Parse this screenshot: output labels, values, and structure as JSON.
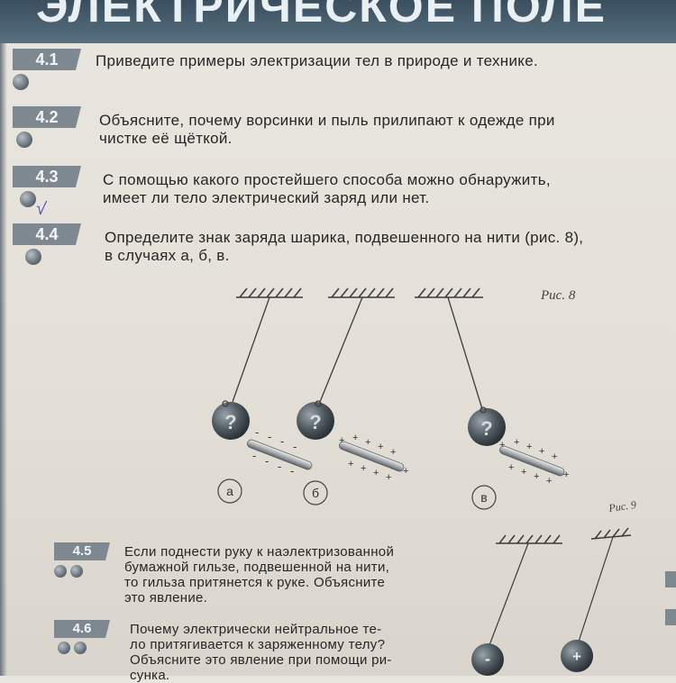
{
  "header": {
    "title": "ЭЛЕКТРИЧЕСКОЕ ПОЛЕ"
  },
  "tasks": [
    {
      "number": "4.1",
      "lines": [
        "Приведите примеры электризации тел в природе и технике."
      ]
    },
    {
      "number": "4.2",
      "lines": [
        "Объясните, почему ворсинки и пыль прилипают к одежде при",
        "чистке её щёткой."
      ]
    },
    {
      "number": "4.3",
      "lines": [
        "С помощью какого простейшего способа можно обнаружить,",
        "имеет ли тело электрический заряд или нет."
      ]
    },
    {
      "number": "4.4",
      "lines": [
        "Определите знак заряда шарика, подвешенного на нити (рис. 8),",
        "в случаях а, б, в."
      ]
    },
    {
      "number": "4.5",
      "lines": [
        "Если поднести руку к наэлектризованной",
        "бумажной гильзе, подвешенной на нити,",
        "то гильза притянется к руке. Объясните",
        "это явление."
      ]
    },
    {
      "number": "4.6",
      "lines": [
        "Почему электрически нейтральное те-",
        "ло притягивается к заряженному телу?",
        "Объясните это явление при помощи ри-",
        "сунка."
      ]
    }
  ],
  "annotation": {
    "mark": "√"
  },
  "figure8": {
    "caption": "Рис. 8",
    "ball_label": "?",
    "case_labels": [
      "а",
      "б",
      "в"
    ],
    "minus": "-",
    "plus": "+"
  },
  "figure9": {
    "caption": "Рис. 9",
    "minus": "-",
    "plus": "+"
  },
  "colors": {
    "header": "#3a4e5e",
    "badge": "#7d8891",
    "text": "#262626",
    "ink_mark": "#5656b8"
  }
}
